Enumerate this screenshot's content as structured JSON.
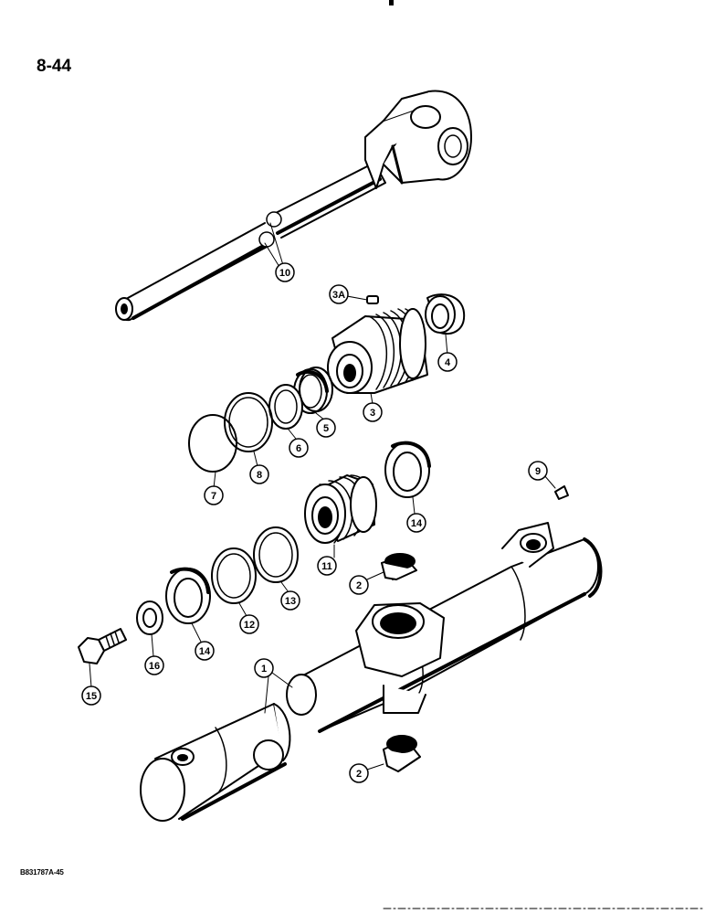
{
  "page": {
    "number": "8-44",
    "doc_code": "B831787A-45"
  },
  "callouts": [
    {
      "id": "callout-10",
      "label": "10"
    },
    {
      "id": "callout-3a",
      "label": "3A"
    },
    {
      "id": "callout-4",
      "label": "4"
    },
    {
      "id": "callout-3",
      "label": "3"
    },
    {
      "id": "callout-5",
      "label": "5"
    },
    {
      "id": "callout-6",
      "label": "6"
    },
    {
      "id": "callout-8",
      "label": "8"
    },
    {
      "id": "callout-7",
      "label": "7"
    },
    {
      "id": "callout-9",
      "label": "9"
    },
    {
      "id": "callout-14-upper",
      "label": "14"
    },
    {
      "id": "callout-11",
      "label": "11"
    },
    {
      "id": "callout-2-upper",
      "label": "2"
    },
    {
      "id": "callout-13",
      "label": "13"
    },
    {
      "id": "callout-12",
      "label": "12"
    },
    {
      "id": "callout-14-lower",
      "label": "14"
    },
    {
      "id": "callout-16",
      "label": "16"
    },
    {
      "id": "callout-15",
      "label": "15"
    },
    {
      "id": "callout-1",
      "label": "1"
    },
    {
      "id": "callout-2-lower",
      "label": "2"
    }
  ]
}
